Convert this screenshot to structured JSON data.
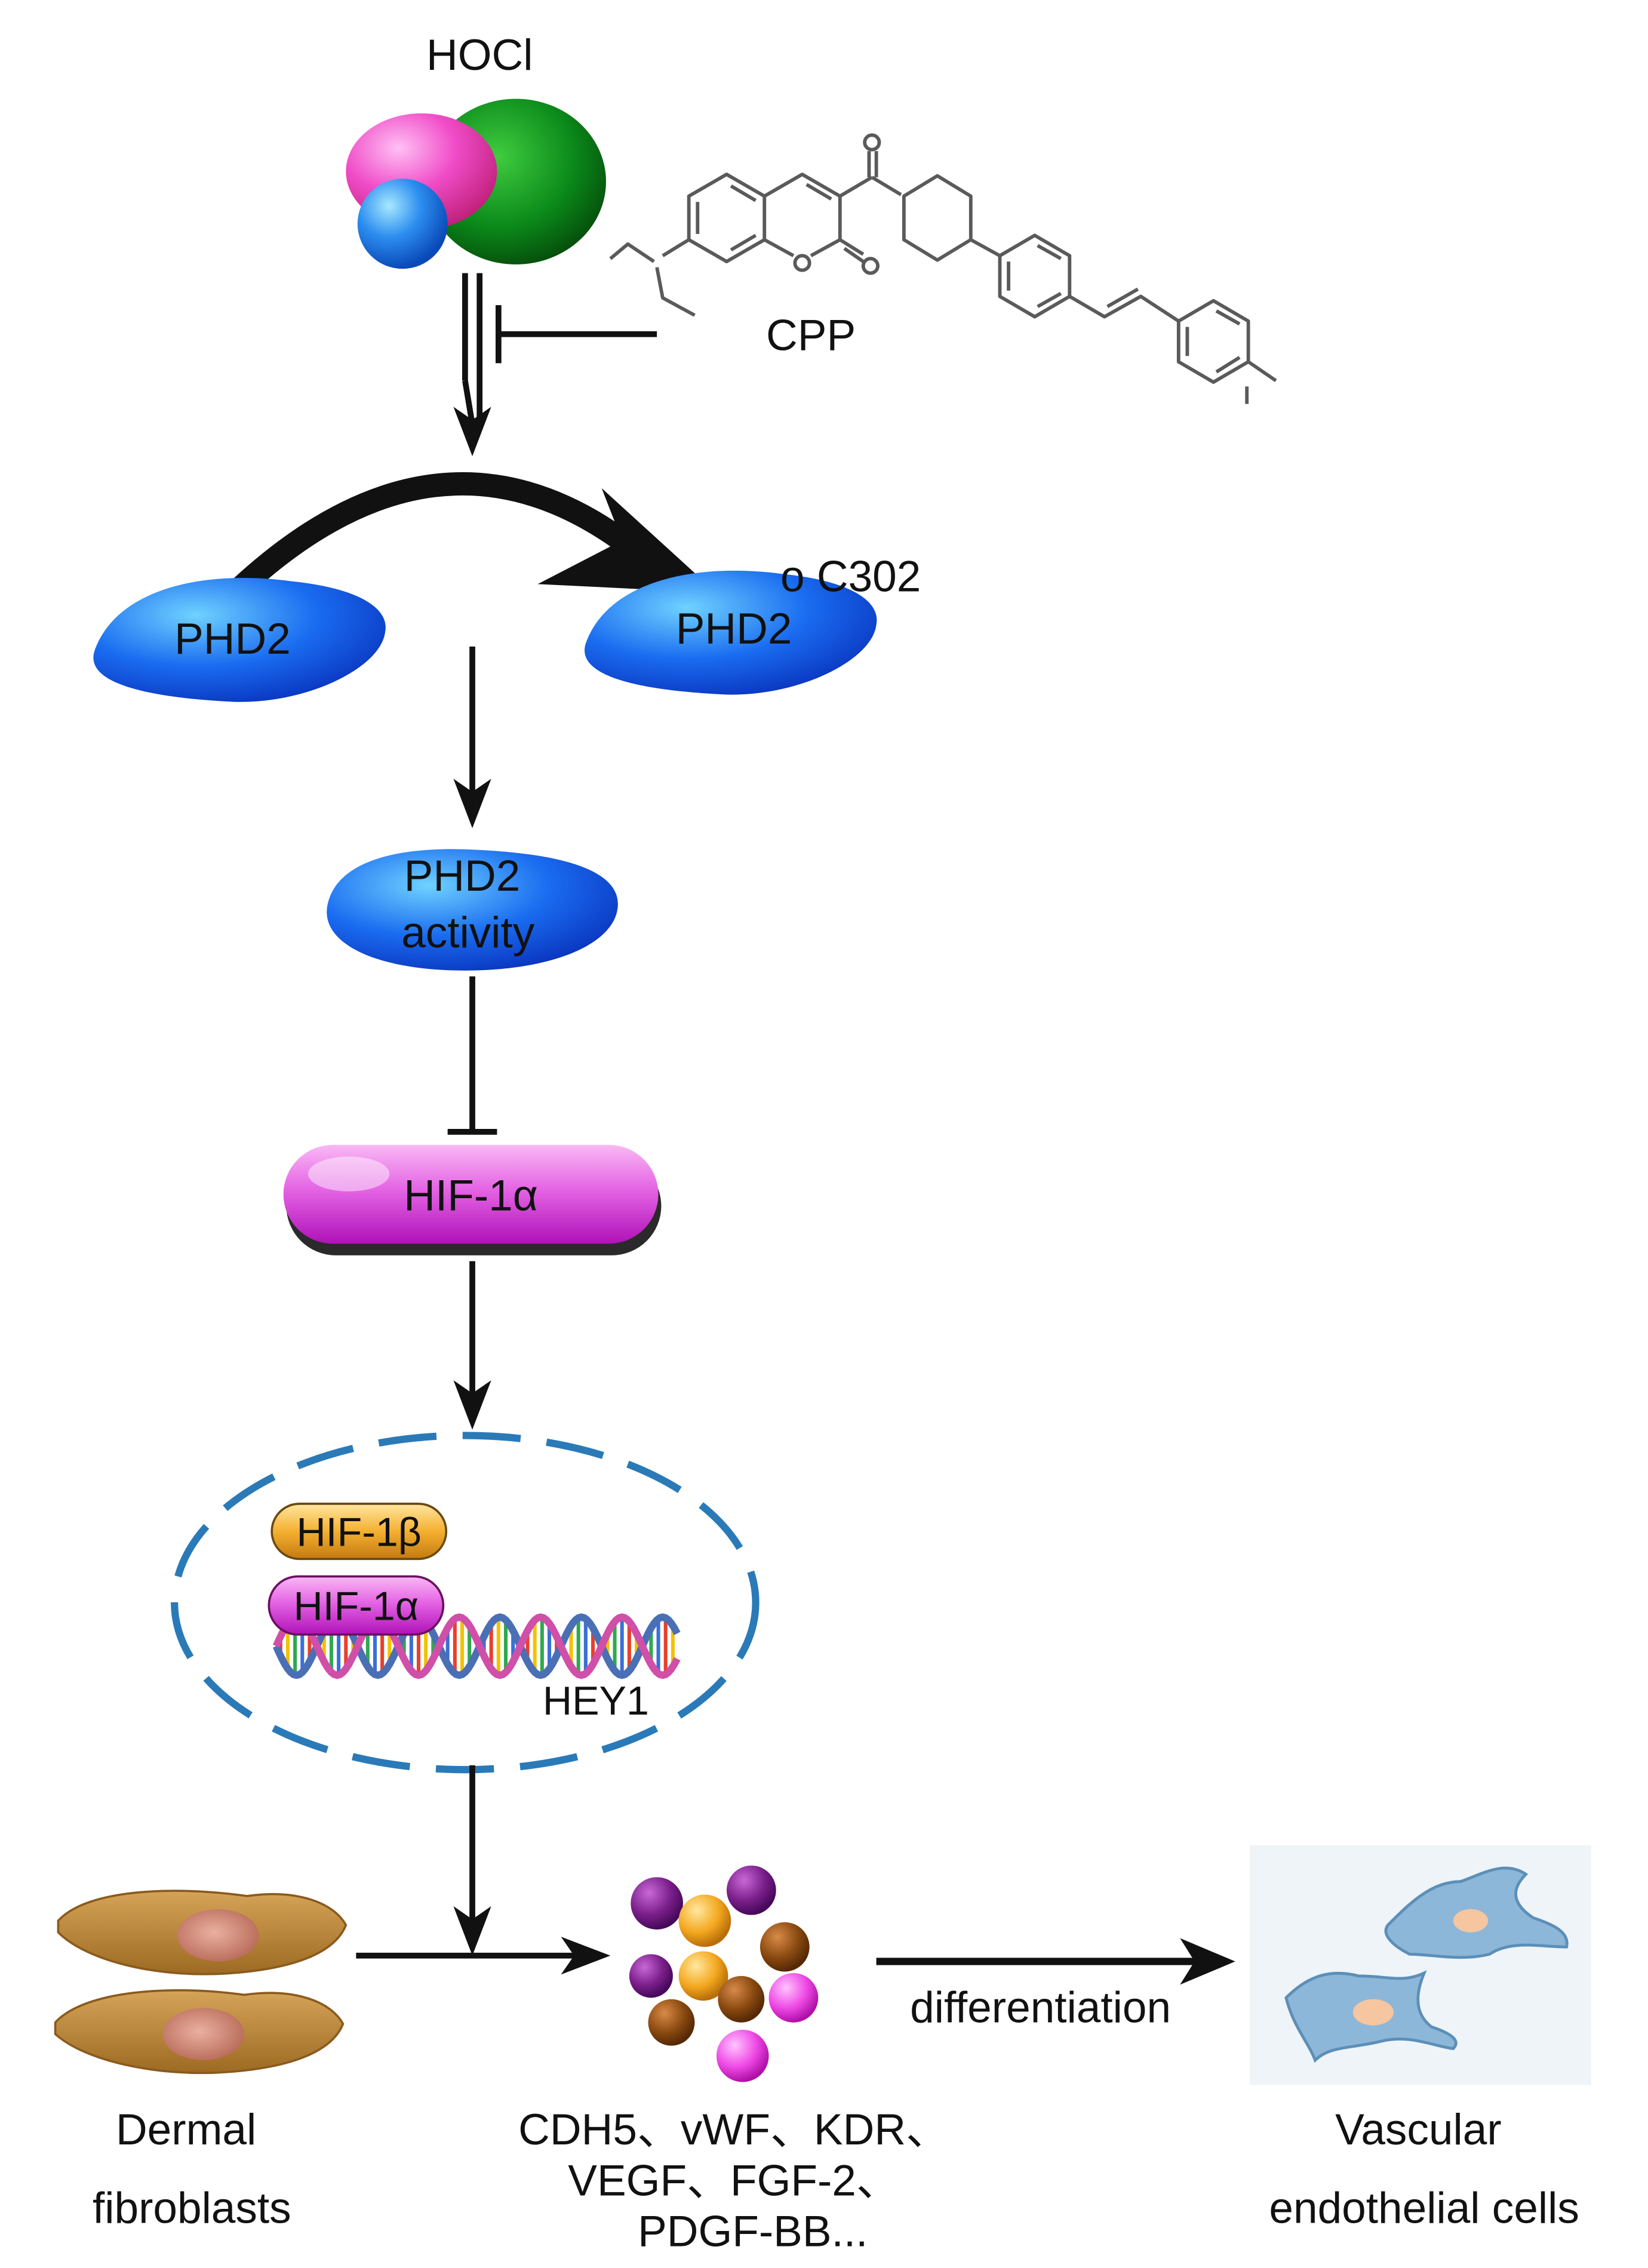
{
  "oxidant": {
    "label": "HOCl"
  },
  "inhibitor": {
    "label": "CPP"
  },
  "phd2_reduced": {
    "label": "PHD2"
  },
  "phd2_oxidized": {
    "label": "PHD2",
    "modification": "o C302"
  },
  "phd2_activity": {
    "line1": "PHD2",
    "line2": "activity"
  },
  "hif1a": {
    "label": "HIF-1α"
  },
  "nucleus": {
    "hif1b": "HIF-1β",
    "hif1a": "HIF-1α",
    "gene": "HEY1"
  },
  "source_cells": {
    "line1": "Dermal",
    "line2": "fibroblasts"
  },
  "markers": {
    "line1": "CDH5、vWF、KDR、",
    "line2": "VEGF、FGF-2、",
    "line3": "PDGF-BB..."
  },
  "process": {
    "label": "differentiation"
  },
  "target_cells": {
    "line1": "Vascular",
    "line2": "endothelial cells"
  },
  "colors": {
    "phd2_blue": "#1a6cf0",
    "hif1a_magenta": "#e060e0",
    "hif1b_orange": "#f4a820",
    "hocl_green": "#0b8a1a",
    "nucleus_border": "#2a7ab8",
    "fibroblast_brown": "#b07a30",
    "endothelial_blue": "#8db7d8",
    "arrows": "#111111"
  }
}
